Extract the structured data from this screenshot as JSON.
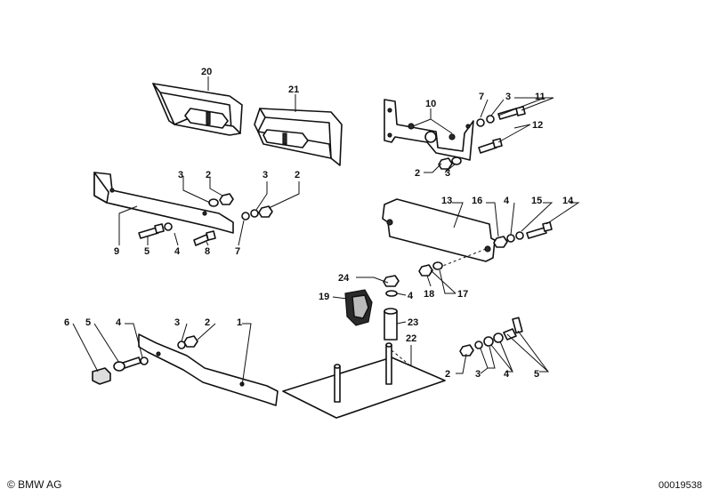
{
  "callouts": {
    "c1": "1",
    "c2a": "2",
    "c2b": "2",
    "c2c": "2",
    "c2d": "2",
    "c2e": "2",
    "c3a": "3",
    "c3b": "3",
    "c3c": "3",
    "c3d": "3",
    "c3e": "3",
    "c3f": "3",
    "c4a": "4",
    "c4b": "4",
    "c4c": "4",
    "c4d": "4",
    "c4e": "4",
    "c5a": "5",
    "c5b": "5",
    "c5c": "5",
    "c6": "6",
    "c7a": "7",
    "c7b": "7",
    "c8": "8",
    "c9": "9",
    "c10": "10",
    "c11": "11",
    "c12": "12",
    "c13": "13",
    "c14": "14",
    "c15": "15",
    "c16": "16",
    "c17": "17",
    "c18": "18",
    "c19": "19",
    "c20": "20",
    "c21": "21",
    "c22": "22",
    "c23": "23",
    "c24": "24"
  },
  "footer": {
    "copyright": "© BMW AG",
    "doc_number": "00019538"
  }
}
